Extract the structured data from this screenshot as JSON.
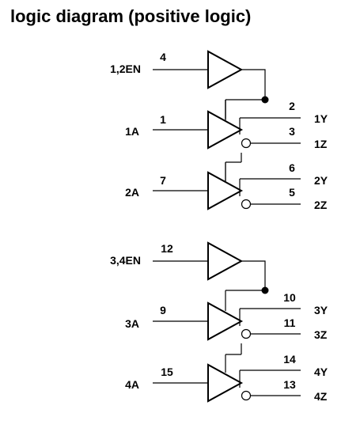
{
  "title": "logic diagram (positive logic)",
  "groups": [
    {
      "enable": {
        "label": "1,2EN",
        "pin": "4"
      },
      "channels": [
        {
          "input_label": "1A",
          "input_pin": "1",
          "y_pin": "2",
          "y_label": "1Y",
          "z_pin": "3",
          "z_label": "1Z"
        },
        {
          "input_label": "2A",
          "input_pin": "7",
          "y_pin": "6",
          "y_label": "2Y",
          "z_pin": "5",
          "z_label": "2Z"
        }
      ]
    },
    {
      "enable": {
        "label": "3,4EN",
        "pin": "12"
      },
      "channels": [
        {
          "input_label": "3A",
          "input_pin": "9",
          "y_pin": "10",
          "y_label": "3Y",
          "z_pin": "11",
          "z_label": "3Z"
        },
        {
          "input_label": "4A",
          "input_pin": "15",
          "y_pin": "14",
          "y_label": "4Y",
          "z_pin": "13",
          "z_label": "4Z"
        }
      ]
    }
  ]
}
